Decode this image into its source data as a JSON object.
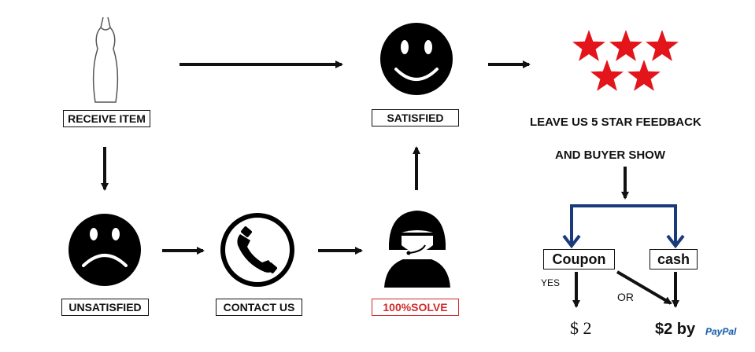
{
  "steps": {
    "receive": "RECEIVE ITEM",
    "satisfied": "SATISFIED",
    "unsatisfied": "UNSATISFIED",
    "contact": "CONTACT US",
    "solve": "100%SOLVE"
  },
  "feedback": {
    "line1": "LEAVE US 5 STAR FEEDBACK",
    "line2": "AND BUYER SHOW"
  },
  "options": {
    "coupon": "Coupon",
    "cash": "cash",
    "yes": "YES",
    "or": "OR",
    "coupon_value": "$ 2",
    "cash_value": "$2 by",
    "paypal": "PayPal"
  },
  "colors": {
    "star": "#e3141a",
    "branch_arrow": "#1a3a7a",
    "solve_border": "#d12a2a"
  },
  "icons": [
    "dress-icon",
    "smiley-icon",
    "five-stars-icon",
    "sad-face-icon",
    "phone-icon",
    "support-agent-icon"
  ]
}
